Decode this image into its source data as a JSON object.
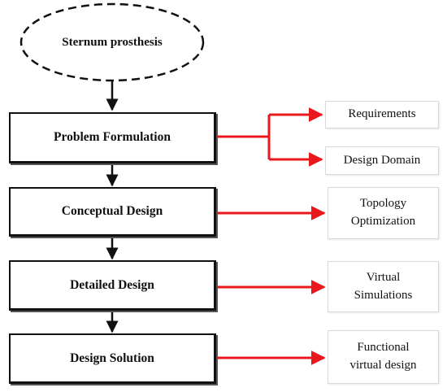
{
  "start": {
    "label": "Sternum prosthesis"
  },
  "stages": [
    {
      "label": "Problem Formulation"
    },
    {
      "label": "Conceptual Design"
    },
    {
      "label": "Detailed Design"
    },
    {
      "label": "Design Solution"
    }
  ],
  "outputs": [
    {
      "label": "Requirements"
    },
    {
      "label": "Design Domain"
    },
    {
      "label": "Topology Optimization"
    },
    {
      "label": "Virtual Simulations"
    },
    {
      "label": "Functional virtual design"
    }
  ],
  "colors": {
    "flow_arrow": "#111111",
    "output_arrow": "#e8181c",
    "main_border": "#111111",
    "output_border": "#d9d9d9"
  }
}
